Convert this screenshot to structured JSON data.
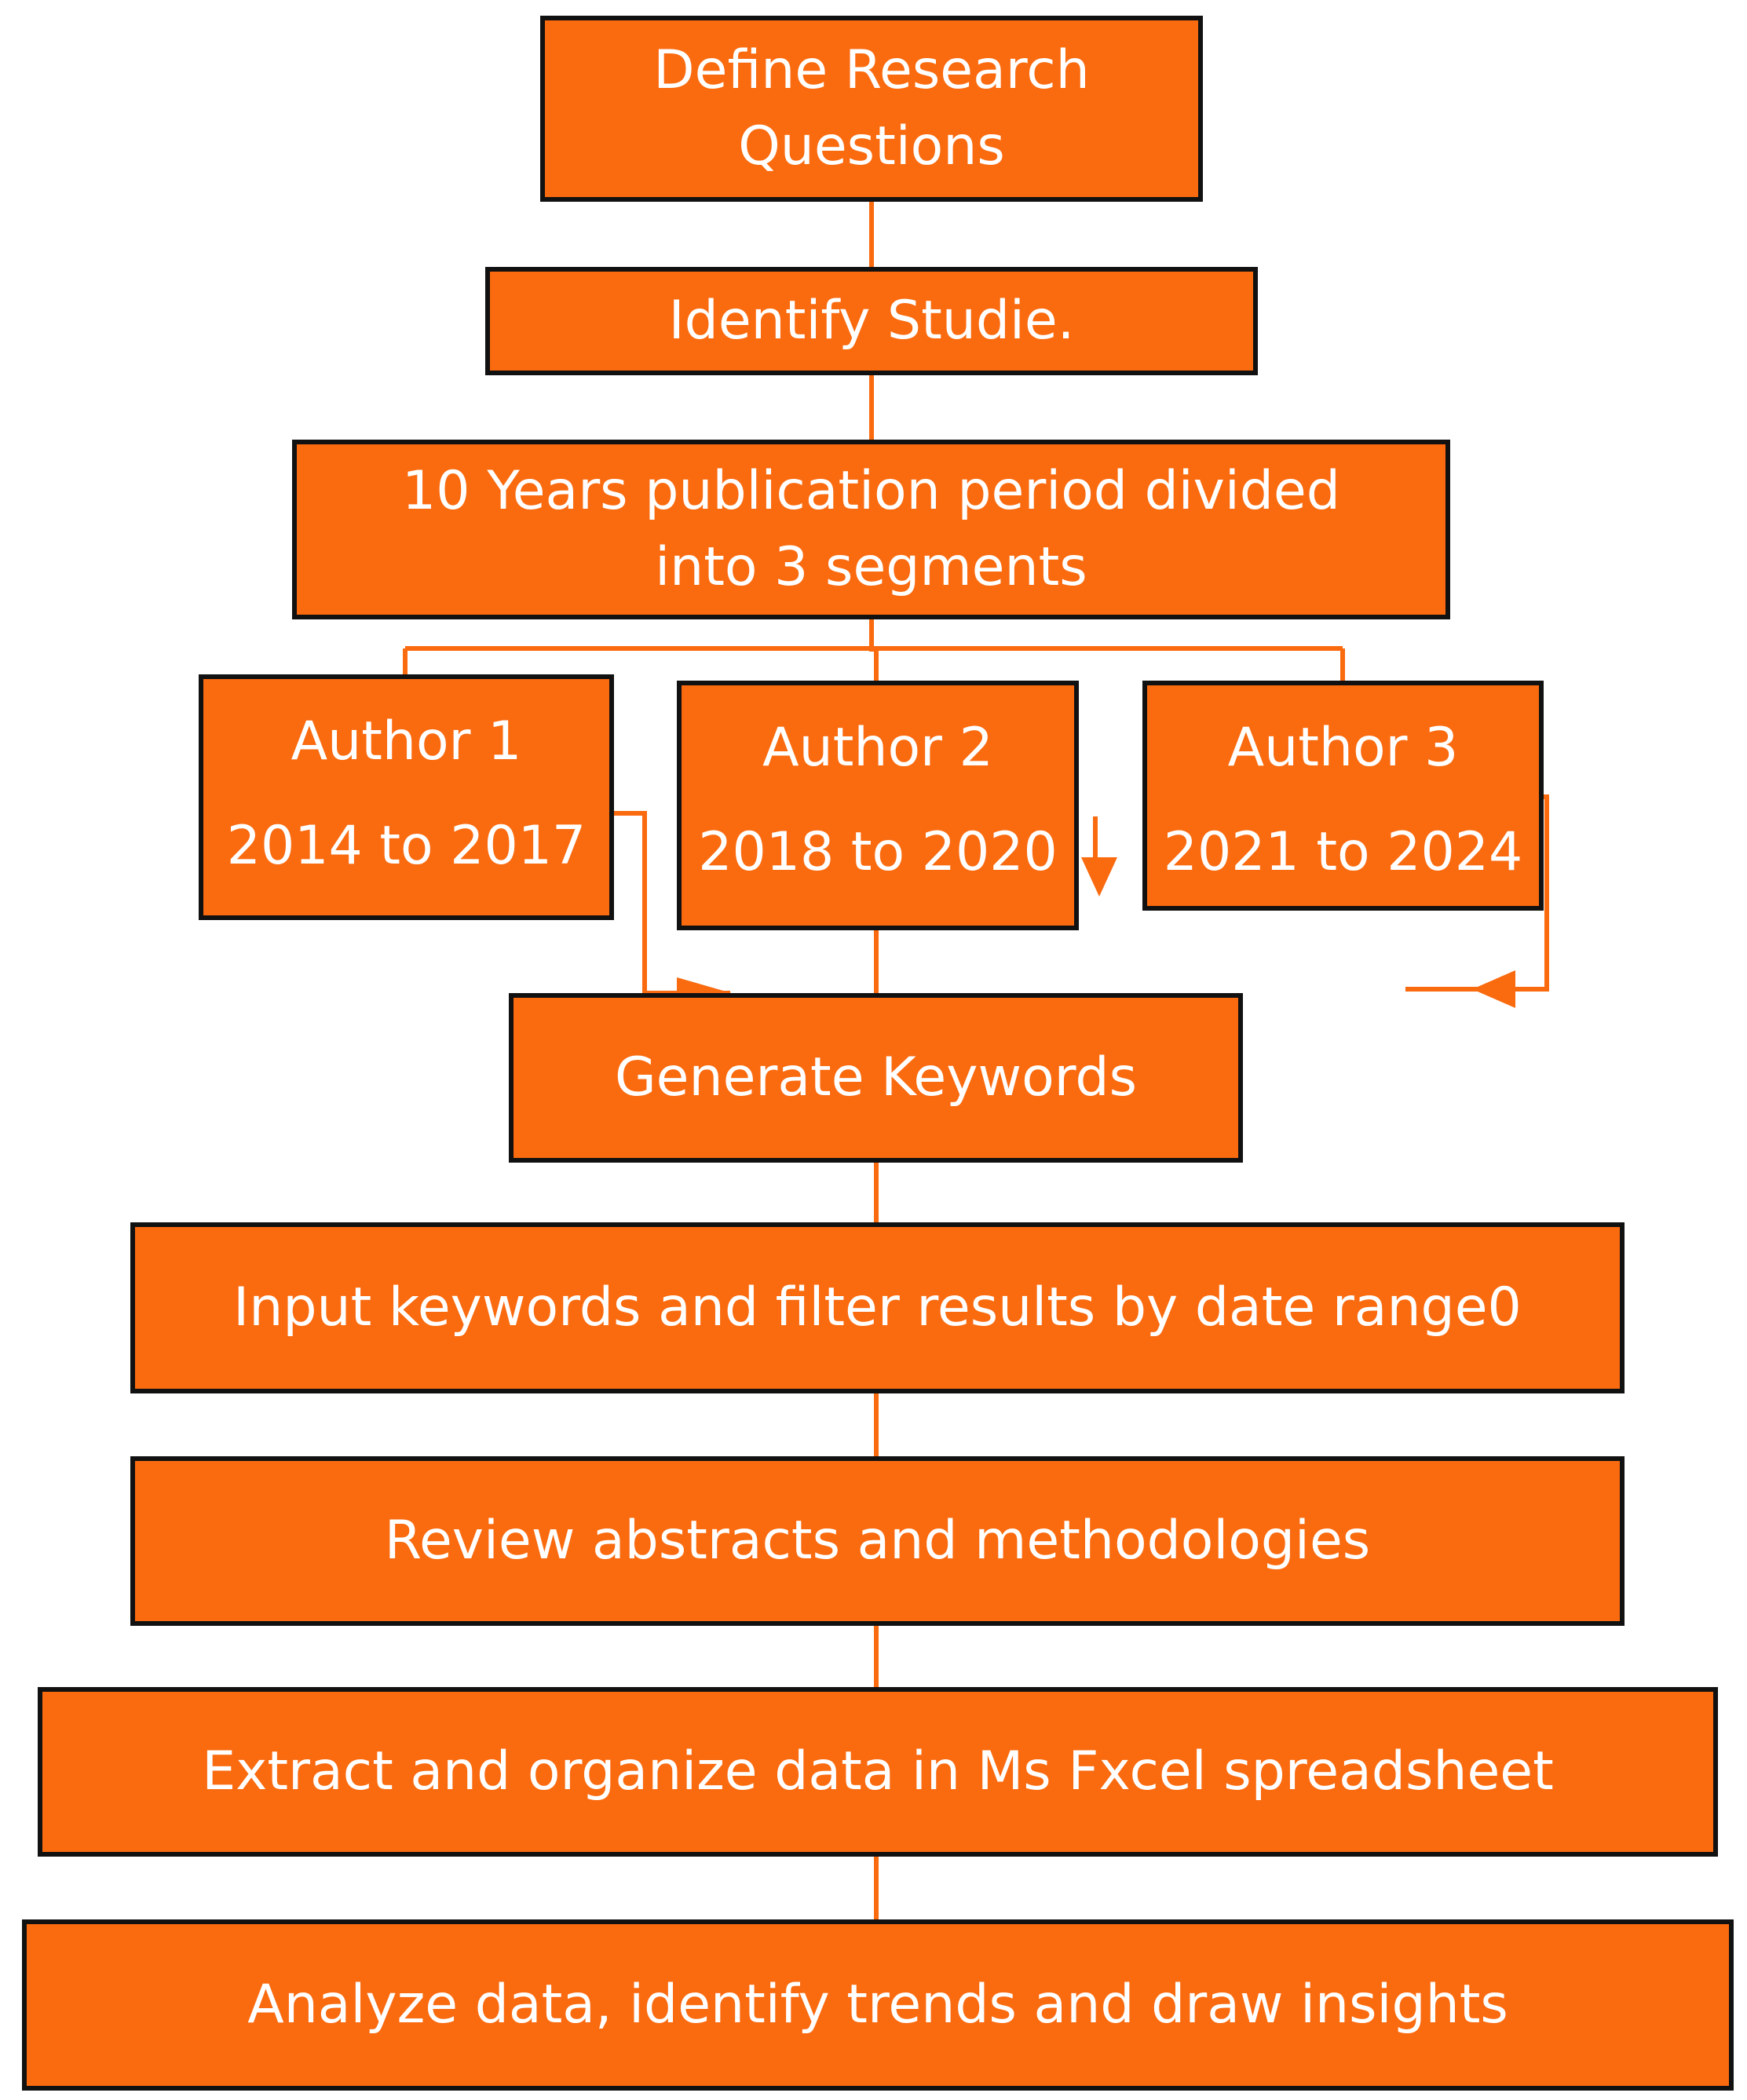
{
  "flowchart": {
    "accent_color": "#fa6a0f",
    "border_color": "#111111",
    "text_color": "#ffffff",
    "steps": {
      "define": [
        "Define Research",
        "Questions"
      ],
      "identify": "Identify Studie.",
      "period": [
        "10 Years publication period divided",
        "into 3 segments"
      ],
      "author1": {
        "name": "Author 1",
        "years": "2014 to 2017"
      },
      "author2": {
        "name": "Author 2",
        "years": "2018 to 2020"
      },
      "author3": {
        "name": "Author 3",
        "years": "2021 to 2024"
      },
      "keywords": "Generate Keywords",
      "input": "Input keywords and filter results by date range0",
      "review": "Review abstracts and methodologies",
      "extract": "Extract and organize data in Ms Fxcel spreadsheet",
      "analyze": "Analyze data, identify trends and draw insights"
    }
  }
}
